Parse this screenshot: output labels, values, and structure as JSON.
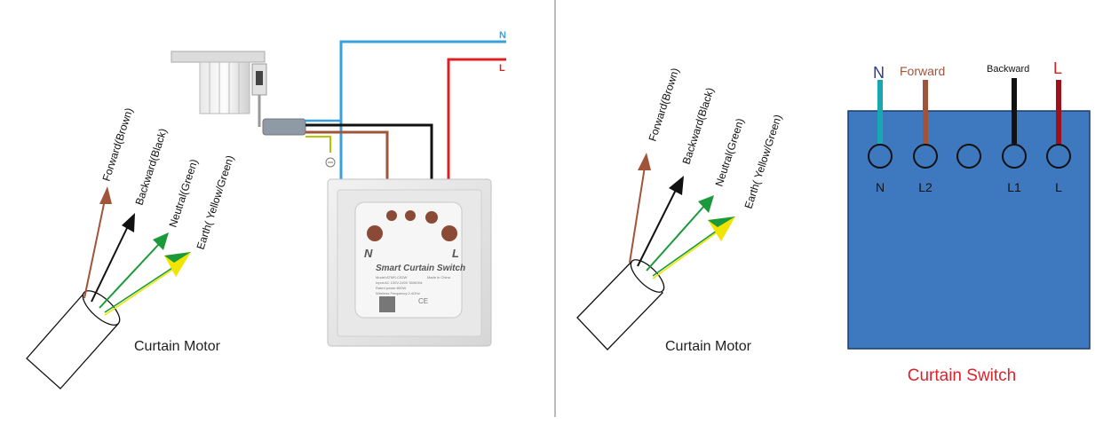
{
  "left_panel": {
    "motor_label": "Curtain Motor",
    "wires": [
      {
        "label": "Forward(Brown)",
        "color": "#a0553a"
      },
      {
        "label": "Backward(Black)",
        "color": "#111111"
      },
      {
        "label": "Neutral(Green)",
        "color": "#1a9a3a"
      },
      {
        "label": "Earth( Yellow/Green)",
        "color": "#f0e400"
      }
    ],
    "supply_n": "N",
    "supply_l": "L",
    "switch": {
      "terminal_n": "N",
      "terminal_l": "L",
      "brand": "Smart  Curtain Switch",
      "specs": [
        "Model:ATMS-C02W",
        "Input:AC 100V-240V 50/60Hz",
        "Rated power:800W",
        "Wireless Frequency:2.4GHz"
      ],
      "made_in": "Made in China",
      "ce": "CE"
    }
  },
  "right_panel": {
    "motor_label": "Curtain Motor",
    "wires": [
      {
        "label": "Forward(Brown)",
        "color": "#a0553a"
      },
      {
        "label": "Backward(Black)",
        "color": "#111111"
      },
      {
        "label": "Neutral(Green)",
        "color": "#1a9a3a"
      },
      {
        "label": "Earth( Yellow/Green)",
        "color": "#f0e400"
      }
    ],
    "top_labels": {
      "n": "N",
      "forward": "Forward",
      "backward": "Backward",
      "l": "L"
    },
    "terminals": [
      "N",
      "L2",
      "",
      "L1",
      "L"
    ],
    "switch_caption": "Curtain Switch",
    "colors": {
      "box_fill": "#3e79c0",
      "n_wire": "#1aa8b0",
      "forward_wire": "#a0553a",
      "backward_wire": "#111111",
      "l_wire": "#a0101a",
      "caption": "#e0202a",
      "n_label": "#2d3f8f",
      "forward_label": "#a0553a",
      "l_label": "#d02020"
    }
  }
}
